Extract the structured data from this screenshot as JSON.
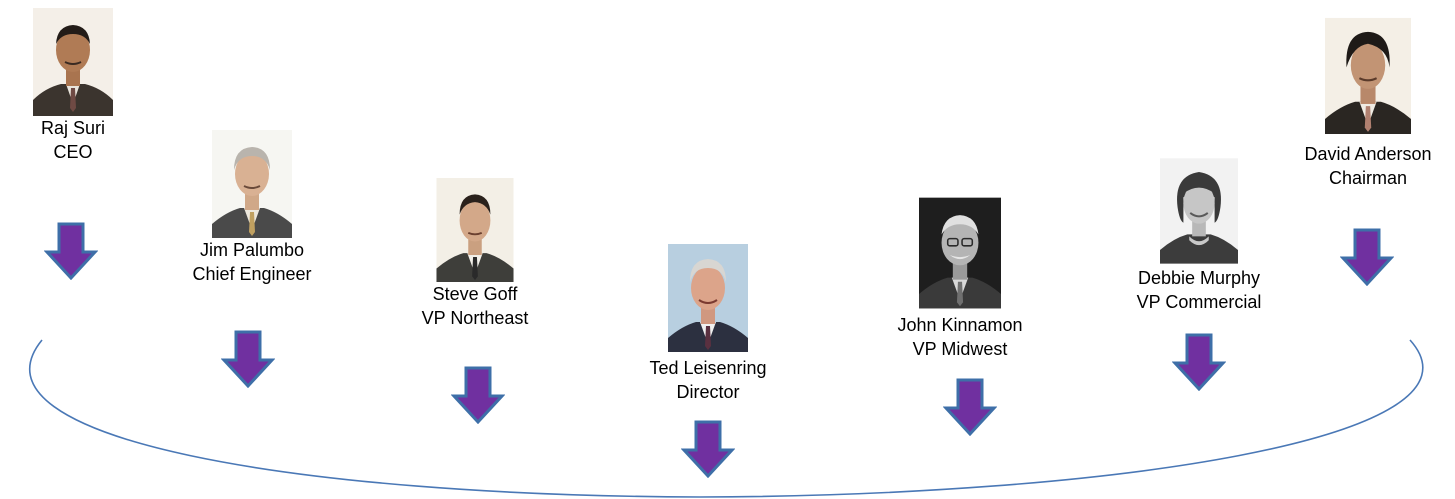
{
  "colors": {
    "arc_stroke": "#4a78b6",
    "arrow_fill": "#7030a0",
    "arrow_stroke": "#3e6fa8",
    "background": "#ffffff"
  },
  "members": [
    {
      "name": "Raj Suri",
      "title": "CEO",
      "photo_icon": "headshot-photo-icon"
    },
    {
      "name": "Jim Palumbo",
      "title": "Chief Engineer",
      "photo_icon": "headshot-photo-icon"
    },
    {
      "name": "Steve Goff",
      "title": "VP Northeast",
      "photo_icon": "headshot-photo-icon"
    },
    {
      "name": "Ted Leisenring",
      "title": "Director",
      "photo_icon": "headshot-photo-icon"
    },
    {
      "name": "John Kinnamon",
      "title": "VP Midwest",
      "photo_icon": "headshot-photo-icon"
    },
    {
      "name": "Debbie Murphy",
      "title": "VP Commercial",
      "photo_icon": "headshot-photo-icon"
    },
    {
      "name": "David Anderson",
      "title": "Chairman",
      "photo_icon": "headshot-photo-icon"
    }
  ],
  "arrow_icon": "down-arrow-icon"
}
